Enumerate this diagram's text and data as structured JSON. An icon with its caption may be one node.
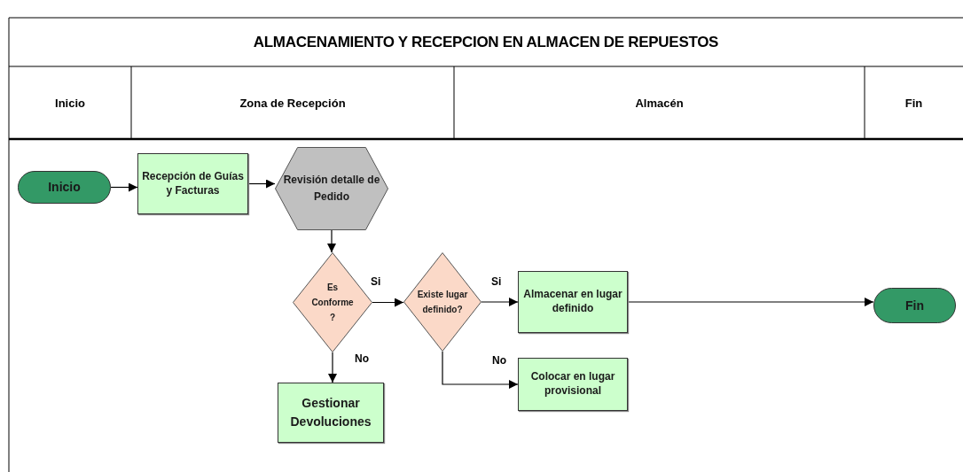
{
  "diagram": {
    "title": "ALMACENAMIENTO Y RECEPCION EN ALMACEN DE REPUESTOS",
    "nodes": [
      {
        "text": [
          "Inicio"
        ]
      },
      {
        "text": [
          "Recepción de Guías y Facturas"
        ]
      },
      {
        "text": [
          "Revisión detalle de Pedido"
        ]
      },
      {
        "text": [
          "Es Conforme ?"
        ]
      },
      {
        "text": [
          "Existe lugar definido?"
        ]
      },
      {
        "text": [
          "Almacenar en lugar definido"
        ]
      },
      {
        "text": [
          "Colocar en lugar provisional"
        ]
      },
      {
        "text": [
          "Gestionar Devoluciones"
        ]
      },
      {
        "text": [
          "Fin"
        ]
      }
    ],
    "edges": [
      {
        "from": 0,
        "to": 1,
        "arrow": "to"
      },
      {
        "from": 1,
        "to": 2,
        "arrow": "to"
      },
      {
        "from": 2,
        "to": 3,
        "arrow": "to"
      },
      {
        "from": 3,
        "to": 4,
        "arrow": "to",
        "label": "Si"
      },
      {
        "from": 4,
        "to": 5,
        "arrow": "to",
        "label": "Si"
      },
      {
        "from": 4,
        "to": 6,
        "arrow": "to",
        "label": "No"
      },
      {
        "from": 3,
        "to": 7,
        "arrow": "to",
        "label": "No"
      },
      {
        "from": 5,
        "to": 8,
        "arrow": "to"
      }
    ],
    "labels": [
      "Inicio",
      "Zona de Recepción",
      "Almacén",
      "Fin"
    ]
  }
}
